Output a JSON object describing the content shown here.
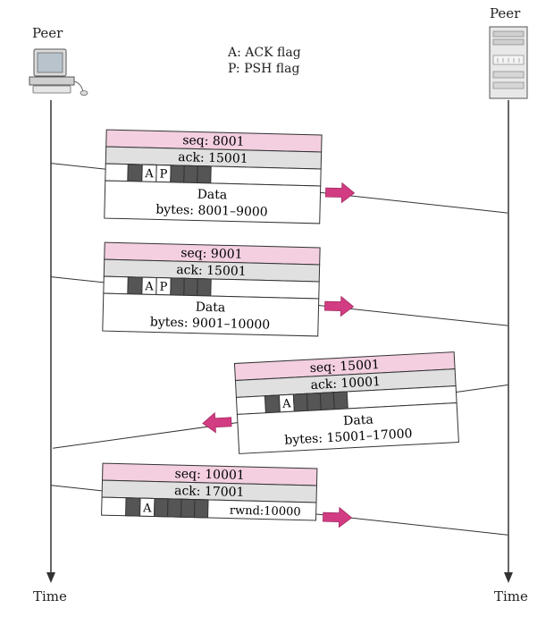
{
  "peers": {
    "left_label": "Peer",
    "right_label": "Peer"
  },
  "time": {
    "left_label": "Time",
    "right_label": "Time"
  },
  "legend": {
    "ack": "A: ACK flag",
    "psh": "P: PSH flag"
  },
  "segments": [
    {
      "seq": "seq: 8001",
      "ack": "ack: 15001",
      "flags": [
        "A",
        "P"
      ],
      "body1": "Data",
      "body2": "bytes: 8001–9000",
      "direction": "right"
    },
    {
      "seq": "seq: 9001",
      "ack": "ack: 15001",
      "flags": [
        "A",
        "P"
      ],
      "body1": "Data",
      "body2": "bytes: 9001–10000",
      "direction": "right"
    },
    {
      "seq": "seq: 15001",
      "ack": "ack: 10001",
      "flags": [
        "A"
      ],
      "body1": "Data",
      "body2": "bytes: 15001–17000",
      "direction": "left"
    },
    {
      "seq": "seq: 10001",
      "ack": "ack: 17001",
      "flags": [
        "A"
      ],
      "body1": "",
      "body2": "rwnd:10000",
      "direction": "right"
    }
  ],
  "colors": {
    "seq_band": "#f3cfe0",
    "ack_band": "#e0e0e0",
    "arrow": "#d23c82",
    "flag_dark": "#555555",
    "line": "#333333"
  }
}
